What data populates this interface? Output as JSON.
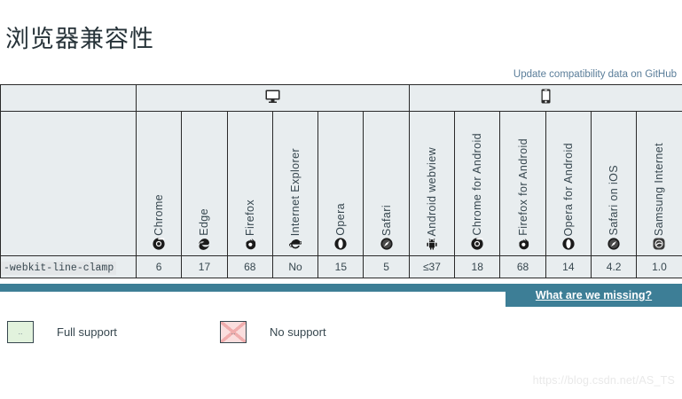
{
  "page": {
    "title": "浏览器兼容性",
    "watermark": "https://blog.csdn.net/AS_TS"
  },
  "github": {
    "link_label": "Update compatibility data on GitHub",
    "color": "#5a7d99"
  },
  "table": {
    "groups": [
      {
        "name": "desktop",
        "icon": "desktop-monitor-icon",
        "span": 6
      },
      {
        "name": "mobile",
        "icon": "mobile-phone-icon",
        "span": 6
      }
    ],
    "feature": "-webkit-line-clamp",
    "browsers": [
      {
        "name": "Chrome",
        "logo": "chrome-logo-icon",
        "group": "desktop",
        "value": "6",
        "support": "full"
      },
      {
        "name": "Edge",
        "logo": "edge-logo-icon",
        "group": "desktop",
        "value": "17",
        "support": "full"
      },
      {
        "name": "Firefox",
        "logo": "firefox-logo-icon",
        "group": "desktop",
        "value": "68",
        "support": "full"
      },
      {
        "name": "Internet Explorer",
        "logo": "internet-explorer-logo-icon",
        "group": "desktop",
        "value": "No",
        "support": "none"
      },
      {
        "name": "Opera",
        "logo": "opera-logo-icon",
        "group": "desktop",
        "value": "15",
        "support": "full"
      },
      {
        "name": "Safari",
        "logo": "safari-logo-icon",
        "group": "desktop",
        "value": "5",
        "support": "full"
      },
      {
        "name": "Android webview",
        "logo": "android-logo-icon",
        "group": "mobile",
        "value": "≤37",
        "support": "full"
      },
      {
        "name": "Chrome for Android",
        "logo": "chrome-logo-icon",
        "group": "mobile",
        "value": "18",
        "support": "full"
      },
      {
        "name": "Firefox for Android",
        "logo": "firefox-logo-icon",
        "group": "mobile",
        "value": "68",
        "support": "full"
      },
      {
        "name": "Opera for Android",
        "logo": "opera-logo-icon",
        "group": "mobile",
        "value": "14",
        "support": "full"
      },
      {
        "name": "Safari on iOS",
        "logo": "safari-logo-icon",
        "group": "mobile",
        "value": "4.2",
        "support": "full"
      },
      {
        "name": "Samsung Internet",
        "logo": "samsung-internet-logo-icon",
        "group": "mobile",
        "value": "1.0",
        "support": "full"
      }
    ]
  },
  "footer": {
    "missing_label": "What are we missing?",
    "bar_color": "#3d7e96"
  },
  "legend": {
    "swatch_text": "..",
    "items": [
      {
        "key": "full",
        "label": "Full support",
        "color": "#e2f2dd"
      },
      {
        "key": "none",
        "label": "No support",
        "color": "#fadede"
      }
    ]
  }
}
